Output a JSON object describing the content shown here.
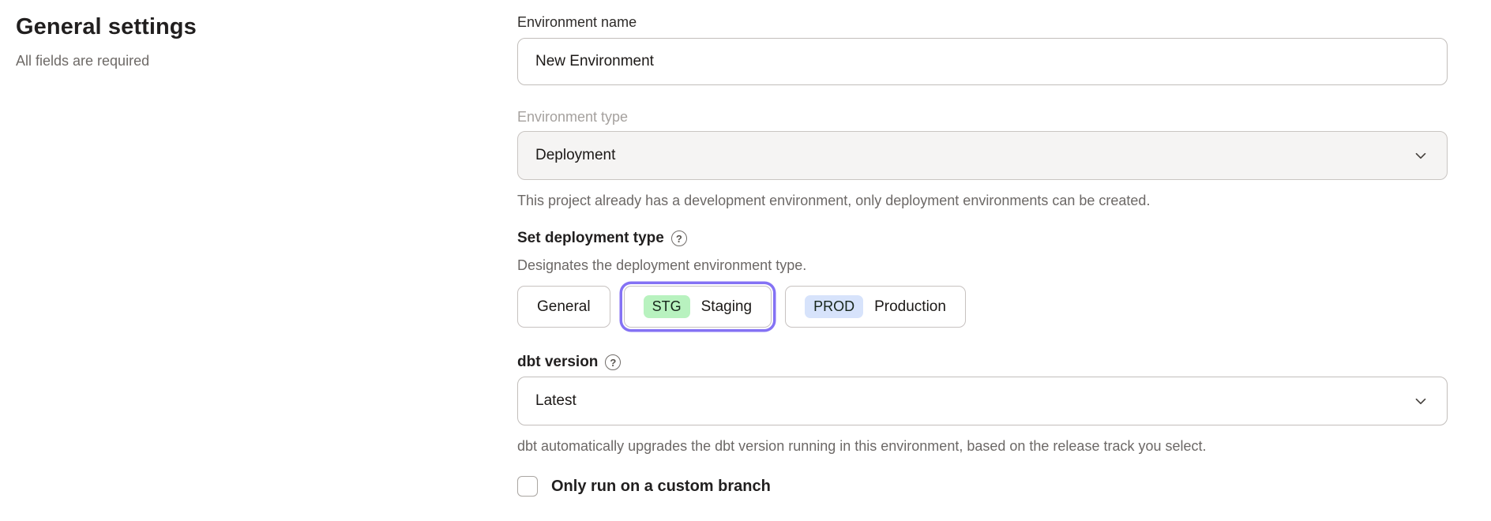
{
  "page": {
    "title": "General settings",
    "subtitle": "All fields are required"
  },
  "form": {
    "environment_name": {
      "label": "Environment name",
      "value": "New Environment"
    },
    "environment_type": {
      "label": "Environment type",
      "value": "Deployment",
      "disabled": true,
      "helper": "This project already has a development environment, only deployment environments can be created."
    },
    "deployment_type": {
      "label": "Set deployment type",
      "description": "Designates the deployment environment type.",
      "options": [
        {
          "label": "General",
          "badge": "",
          "selected": false
        },
        {
          "label": "Staging",
          "badge": "STG",
          "badge_color": "#b8f2bf",
          "selected": true
        },
        {
          "label": "Production",
          "badge": "PROD",
          "badge_color": "#d7e3fb",
          "selected": false
        }
      ],
      "selected_ring_color": "#8472f4"
    },
    "dbt_version": {
      "label": "dbt version",
      "value": "Latest",
      "helper": "dbt automatically upgrades the dbt version running in this environment, based on the release track you select."
    },
    "custom_branch": {
      "label": "Only run on a custom branch",
      "checked": false
    }
  },
  "icons": {
    "help_glyph": "?"
  }
}
